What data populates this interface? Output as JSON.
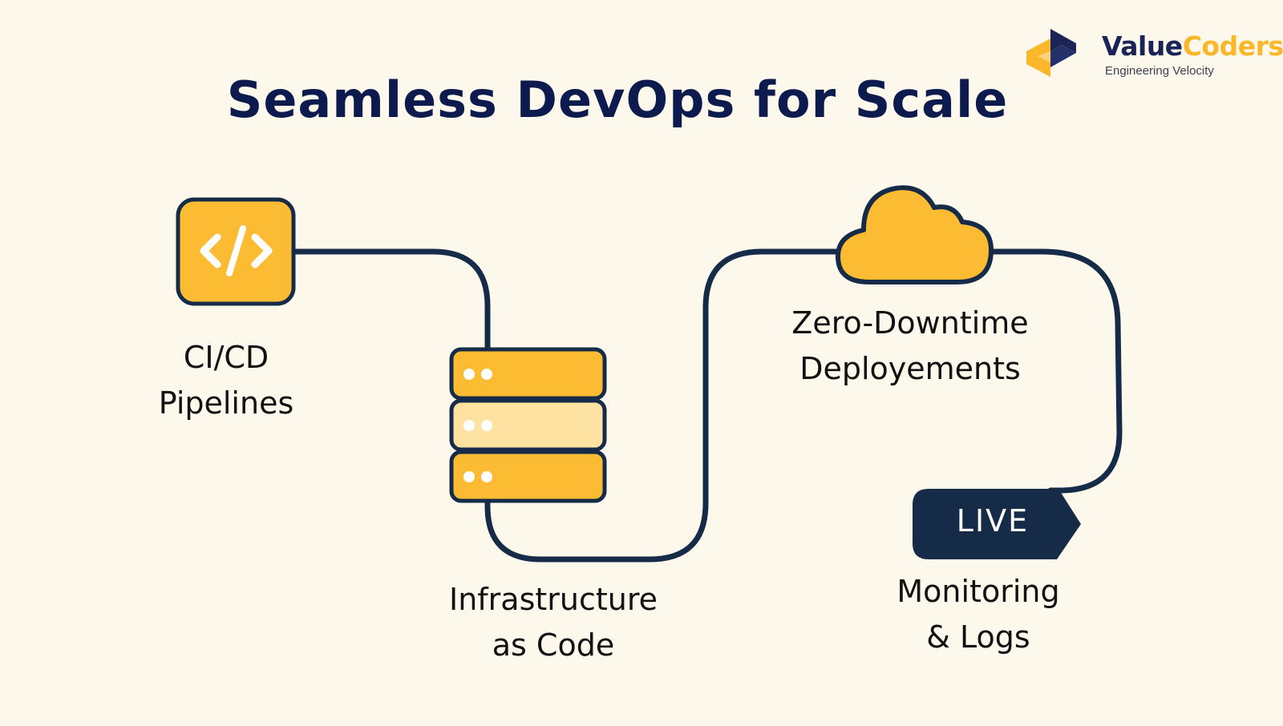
{
  "title": "Seamless DevOps for Scale",
  "brand": {
    "name_part1": "Value",
    "name_part2": "Coders",
    "tagline": "Engineering Velocity"
  },
  "colors": {
    "background": "#fdf8ec",
    "navy": "#152b47",
    "title": "#0c1a4e",
    "accent": "#fbbc33",
    "accent_light": "#fee2a2"
  },
  "steps": [
    {
      "id": "cicd",
      "icon": "code-icon",
      "lines": [
        "CI/CD",
        "Pipelines"
      ]
    },
    {
      "id": "iac",
      "icon": "server-stack-icon",
      "lines": [
        "Infrastructure",
        "as Code"
      ]
    },
    {
      "id": "deploy",
      "icon": "cloud-icon",
      "lines": [
        "Zero-Downtime",
        "Deployements"
      ]
    },
    {
      "id": "monitor",
      "icon": "live-tag-icon",
      "badge": "LIVE",
      "lines": [
        "Monitoring",
        "& Logs"
      ]
    }
  ]
}
